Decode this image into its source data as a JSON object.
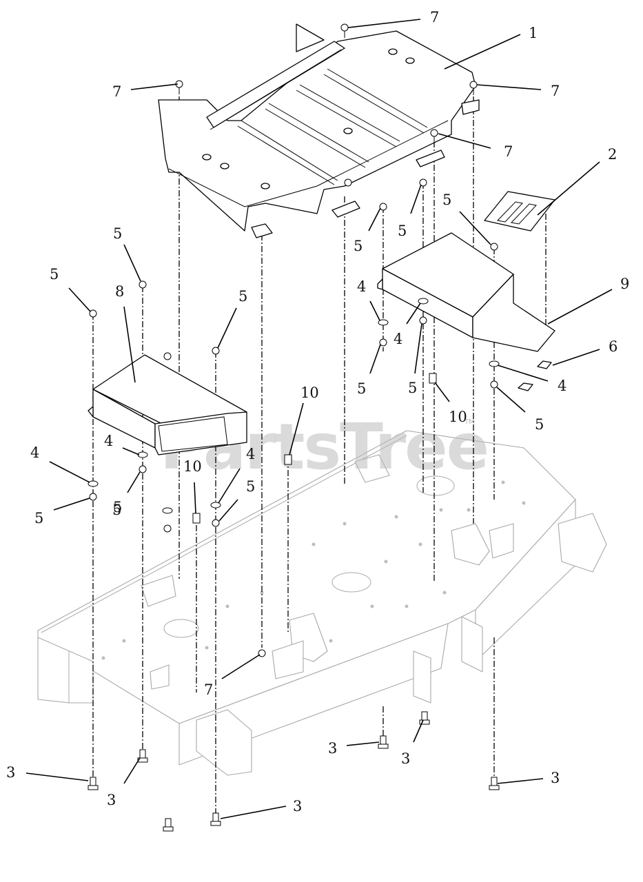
{
  "watermark": {
    "text": "PartsTree",
    "trademark": "TM"
  },
  "callouts": [
    {
      "id": "c7a",
      "label": "7"
    },
    {
      "id": "c1",
      "label": "1"
    },
    {
      "id": "c7b",
      "label": "7"
    },
    {
      "id": "c7c",
      "label": "7"
    },
    {
      "id": "c7d",
      "label": "7"
    },
    {
      "id": "c2",
      "label": "2"
    },
    {
      "id": "c5a",
      "label": "5"
    },
    {
      "id": "c5b",
      "label": "5"
    },
    {
      "id": "c5c",
      "label": "5"
    },
    {
      "id": "c8",
      "label": "8"
    },
    {
      "id": "c5d",
      "label": "5"
    },
    {
      "id": "c5e",
      "label": "5"
    },
    {
      "id": "c5f",
      "label": "5"
    },
    {
      "id": "c5g",
      "label": "5"
    },
    {
      "id": "c9",
      "label": "9"
    },
    {
      "id": "c4a",
      "label": "4"
    },
    {
      "id": "c4b",
      "label": "4"
    },
    {
      "id": "c5h",
      "label": "5"
    },
    {
      "id": "c5i",
      "label": "5"
    },
    {
      "id": "c6",
      "label": "6"
    },
    {
      "id": "c4c",
      "label": "4"
    },
    {
      "id": "c10a",
      "label": "10"
    },
    {
      "id": "c10b",
      "label": "10"
    },
    {
      "id": "c5j",
      "label": "5"
    },
    {
      "id": "c4d",
      "label": "4"
    },
    {
      "id": "c4e",
      "label": "4"
    },
    {
      "id": "c4f",
      "label": "4"
    },
    {
      "id": "c10c",
      "label": "10"
    },
    {
      "id": "c5k",
      "label": "5"
    },
    {
      "id": "c5l",
      "label": "5"
    },
    {
      "id": "c5m",
      "label": "5"
    },
    {
      "id": "c7e",
      "label": "7"
    },
    {
      "id": "c3a",
      "label": "3"
    },
    {
      "id": "c3b",
      "label": "3"
    },
    {
      "id": "c3c",
      "label": "3"
    },
    {
      "id": "c3d",
      "label": "3"
    },
    {
      "id": "c3e",
      "label": "3"
    },
    {
      "id": "c3f",
      "label": "3"
    }
  ]
}
